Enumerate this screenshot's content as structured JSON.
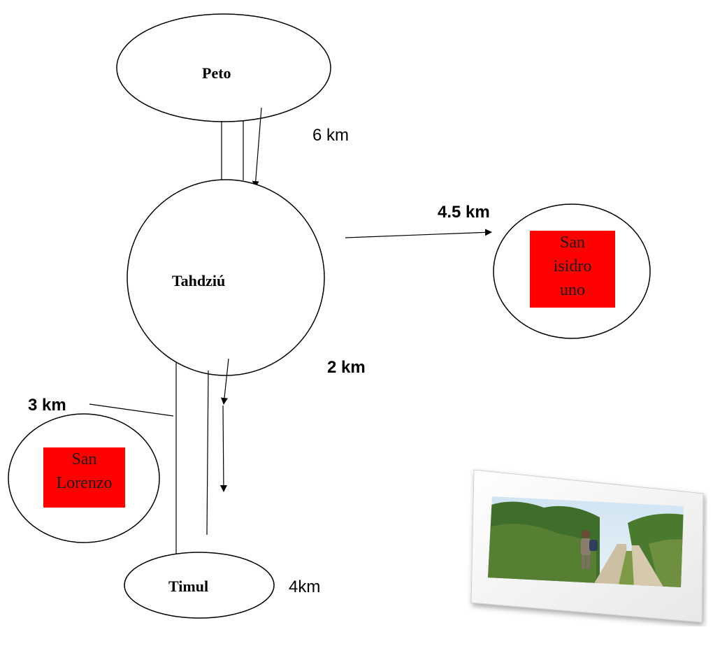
{
  "places": {
    "peto": "Peto",
    "tahdziu": "Tahdziú",
    "timul": "Timul",
    "san_isidro": [
      "San",
      "isidro",
      "uno"
    ],
    "san_lorenzo": [
      "San",
      "Lorenzo"
    ]
  },
  "distances": {
    "peto_tahdziu": "6 km",
    "tahdziu_san_isidro": "4.5 km",
    "tahdziu_south": "2 km",
    "san_lorenzo": "3 km",
    "timul": "4km"
  },
  "colors": {
    "box_fill": "#ff0000",
    "stroke": "#000000"
  }
}
